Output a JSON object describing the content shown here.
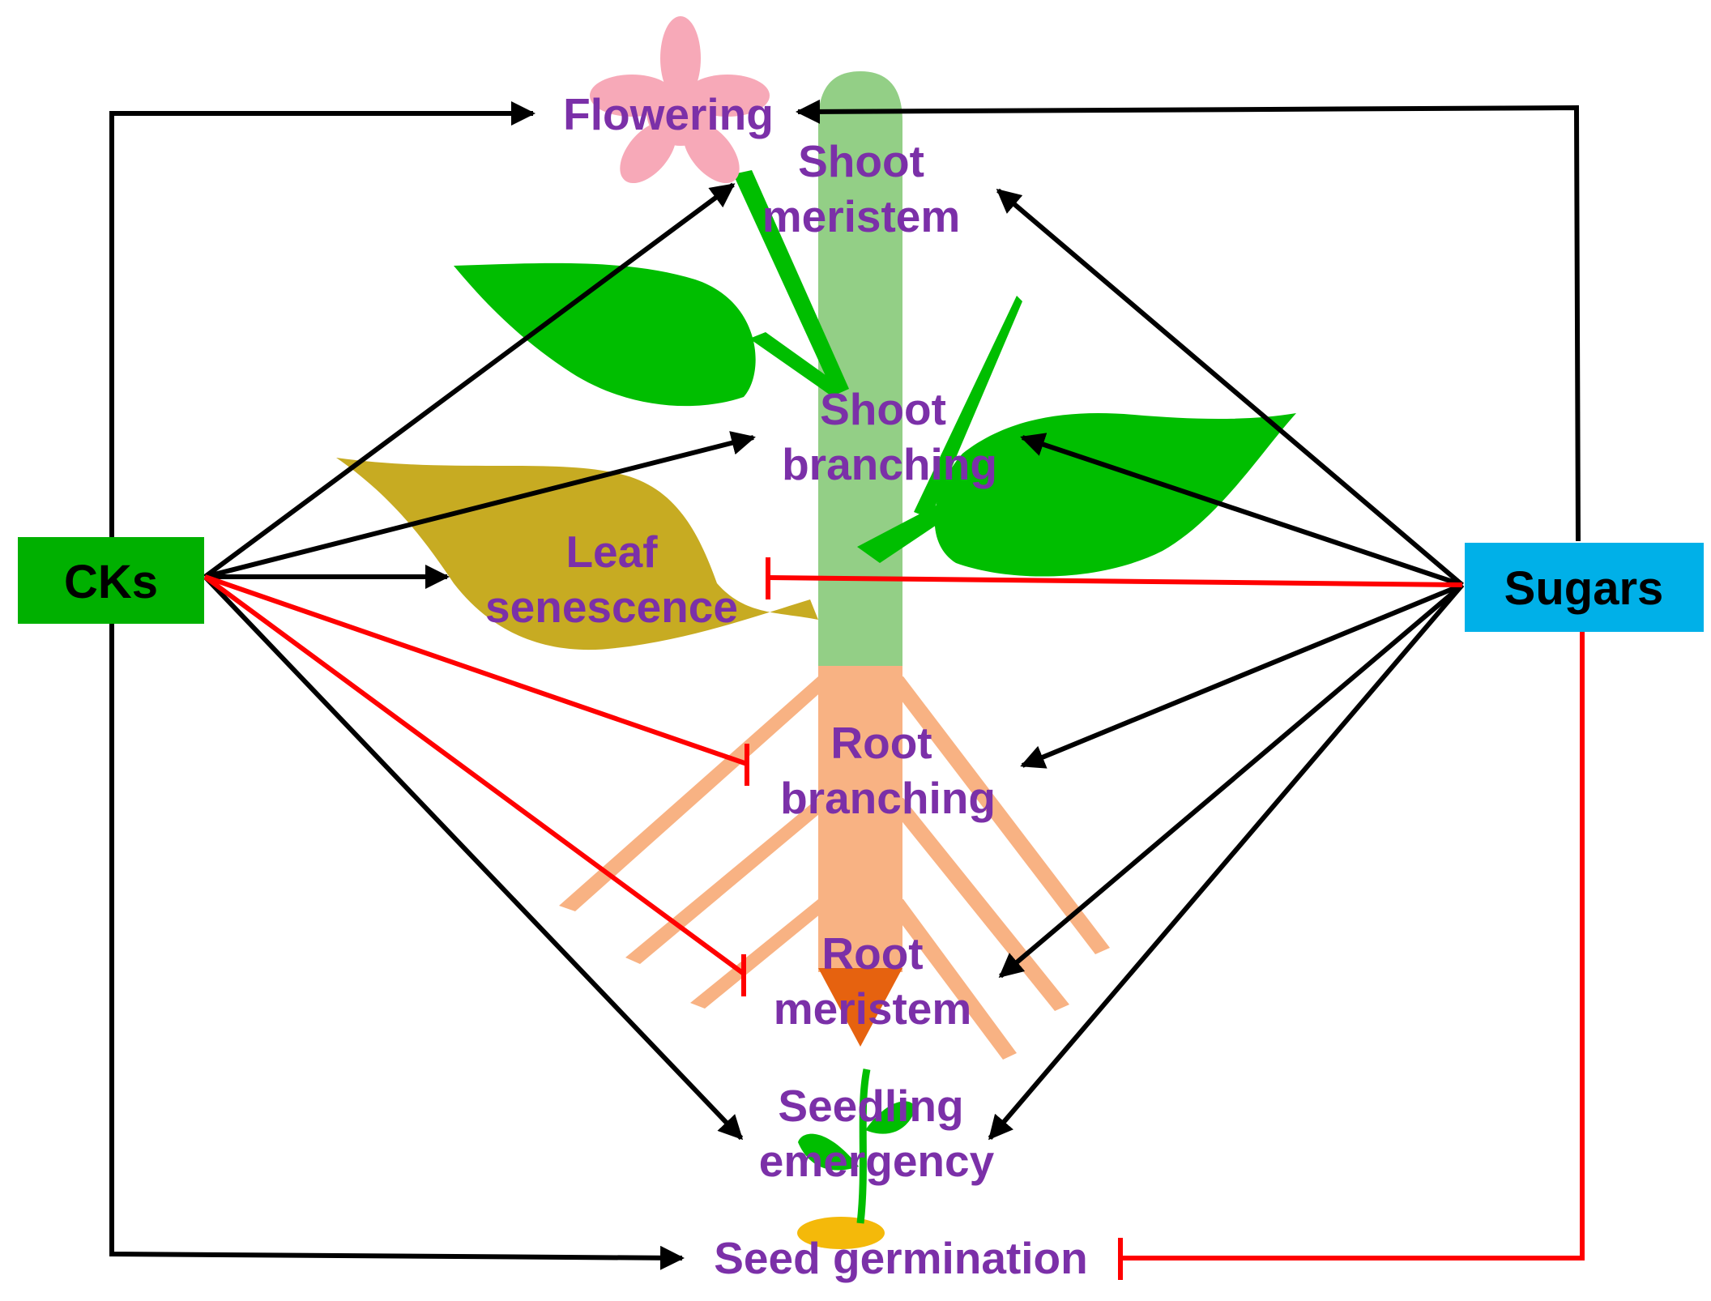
{
  "colors": {
    "label": "#7B30A8",
    "cks_box": "#00B000",
    "sugars_box": "#00B0E8",
    "promote_arrow": "#000000",
    "inhibit_arrow": "#FF0000",
    "stem_upper": "#93CF86",
    "stem_lower": "#F8B283",
    "leaf_green": "#00BE00",
    "leaf_senescent": "#C7AB22",
    "flower": "#F7A9B8",
    "root_tip": "#E6620F",
    "seed": "#F4B90A"
  },
  "regulators": {
    "cks": "CKs",
    "sugars": "Sugars"
  },
  "processes": {
    "flowering": "Flowering",
    "shoot_meristem": [
      "Shoot",
      "meristem"
    ],
    "shoot_branching": [
      "Shoot",
      "branching"
    ],
    "leaf_senescence": [
      "Leaf",
      "senescence"
    ],
    "root_branching": [
      "Root",
      "branching"
    ],
    "root_meristem": [
      "Root",
      "meristem"
    ],
    "seedling_emergency": [
      "Seedling",
      "emergency"
    ],
    "seed_germination": "Seed germination"
  },
  "relations": [
    {
      "from": "CKs",
      "to": "Flowering",
      "effect": "promotes"
    },
    {
      "from": "CKs",
      "to": "Shoot meristem",
      "effect": "promotes"
    },
    {
      "from": "CKs",
      "to": "Shoot branching",
      "effect": "promotes"
    },
    {
      "from": "CKs",
      "to": "Leaf senescence",
      "effect": "promotes"
    },
    {
      "from": "CKs",
      "to": "Root branching",
      "effect": "inhibits"
    },
    {
      "from": "CKs",
      "to": "Root meristem",
      "effect": "inhibits"
    },
    {
      "from": "CKs",
      "to": "Seedling emergency",
      "effect": "promotes"
    },
    {
      "from": "CKs",
      "to": "Seed germination",
      "effect": "promotes"
    },
    {
      "from": "Sugars",
      "to": "Flowering",
      "effect": "promotes"
    },
    {
      "from": "Sugars",
      "to": "Shoot meristem",
      "effect": "promotes"
    },
    {
      "from": "Sugars",
      "to": "Shoot branching",
      "effect": "promotes"
    },
    {
      "from": "Sugars",
      "to": "Leaf senescence",
      "effect": "inhibits"
    },
    {
      "from": "Sugars",
      "to": "Root branching",
      "effect": "promotes"
    },
    {
      "from": "Sugars",
      "to": "Root meristem",
      "effect": "promotes"
    },
    {
      "from": "Sugars",
      "to": "Seedling emergency",
      "effect": "promotes"
    },
    {
      "from": "Sugars",
      "to": "Seed germination",
      "effect": "inhibits"
    }
  ]
}
